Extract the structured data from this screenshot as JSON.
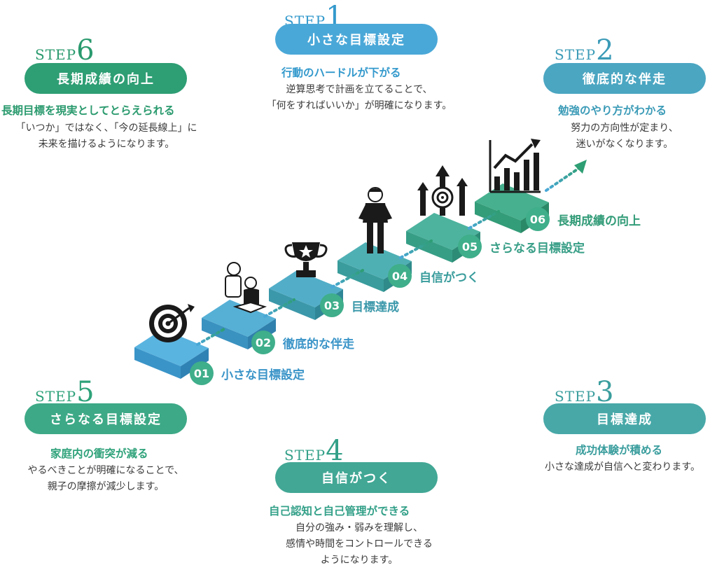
{
  "steps": [
    {
      "word": "STEP",
      "num": "1",
      "title": "小さな目標設定",
      "headline": "行動のハードルが下がる",
      "desc": [
        "逆算思考で計画を立てることで、",
        "「何をすればいいか」が明確になります。"
      ],
      "color": "#4aa8d8",
      "head_color": "#3399cc"
    },
    {
      "word": "STEP",
      "num": "2",
      "title": "徹底的な伴走",
      "headline": "勉強のやり方がわかる",
      "desc": [
        "努力の方向性が定まり、",
        "迷いがなくなります。"
      ],
      "color": "#4ba6c2",
      "head_color": "#3b9bb7"
    },
    {
      "word": "STEP",
      "num": "3",
      "title": "目標達成",
      "headline": "成功体験が積める",
      "desc": [
        "小さな達成が自信へと変わります。"
      ],
      "color": "#48a8a8",
      "head_color": "#3a9d9d"
    },
    {
      "word": "STEP",
      "num": "4",
      "title": "自信がつく",
      "headline": "自己認知と自己管理ができる",
      "desc": [
        "自分の強み・弱みを理解し、",
        "感情や時間をコントロールできる",
        "ようになります。"
      ],
      "color": "#42a795",
      "head_color": "#33a088"
    },
    {
      "word": "STEP",
      "num": "5",
      "title": "さらなる目標設定",
      "headline": "家庭内の衝突が減る",
      "desc": [
        "やるべきことが明確になることで、",
        "親子の摩擦が減少します。"
      ],
      "color": "#3da986",
      "head_color": "#2fa27a"
    },
    {
      "word": "STEP",
      "num": "6",
      "title": "長期成績の向上",
      "headline": "長期目標を現実としてとらえられる",
      "desc": [
        "「いつか」ではなく、「今の延長線上」に",
        "未来を描けるようになります。"
      ],
      "color": "#2e9e74",
      "head_color": "#2a9a6e"
    }
  ],
  "stairs": [
    {
      "num": "01",
      "label": "小さな目標設定",
      "icon": "target-icon"
    },
    {
      "num": "02",
      "label": "徹底的な伴走",
      "icon": "tutor-student-icon"
    },
    {
      "num": "03",
      "label": "目標達成",
      "icon": "trophy-icon"
    },
    {
      "num": "04",
      "label": "自信がつく",
      "icon": "confident-student-icon"
    },
    {
      "num": "05",
      "label": "さらなる目標設定",
      "icon": "arrows-target-icon"
    },
    {
      "num": "06",
      "label": "長期成績の向上",
      "icon": "growth-chart-icon"
    }
  ]
}
